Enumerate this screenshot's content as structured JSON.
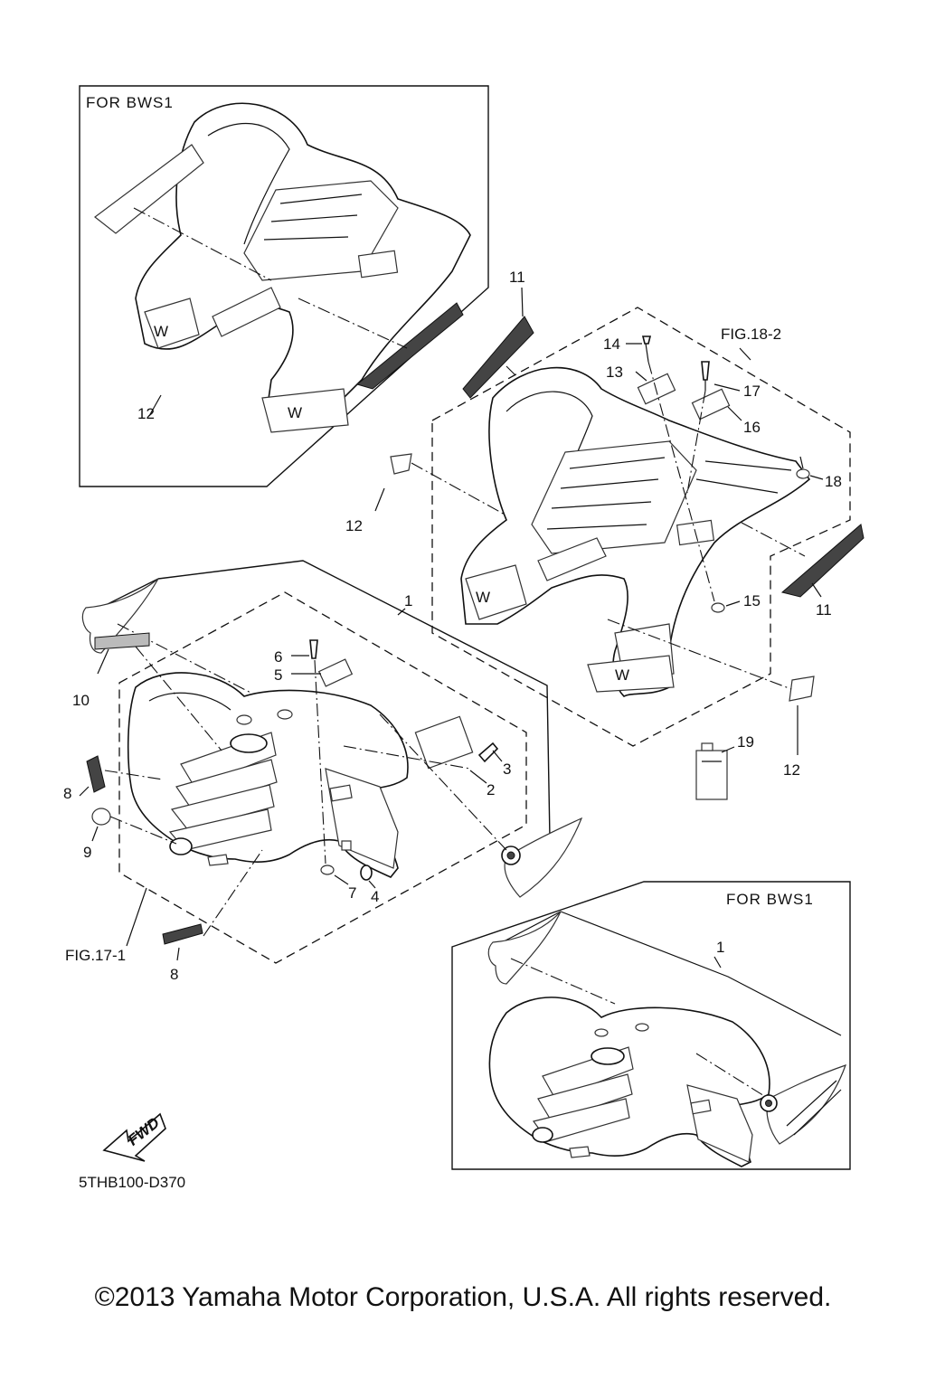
{
  "box_titles": {
    "top_left": "FOR  BWS1",
    "bottom_right": "FOR  BWS1"
  },
  "figure_refs": {
    "rear": "FIG.18-2",
    "front": "FIG.17-1"
  },
  "callouts": {
    "c1_main": "1",
    "c1_bws1": "1",
    "c2": "2",
    "c3": "3",
    "c4": "4",
    "c5": "5",
    "c6": "6",
    "c7": "7",
    "c8_top": "8",
    "c8_bottom": "8",
    "c9": "9",
    "c10": "10",
    "c11_top": "11",
    "c11_right": "11",
    "c12_bws1": "12",
    "c12_left": "12",
    "c12_bottom": "12",
    "c13": "13",
    "c14": "14",
    "c15": "15",
    "c16": "16",
    "c17": "17",
    "c18": "18",
    "c19": "19"
  },
  "fwd_label": "FWD",
  "drawing_code": "5THB100-D370",
  "copyright": "©2013 Yamaha Motor Corporation, U.S.A. All rights reserved."
}
